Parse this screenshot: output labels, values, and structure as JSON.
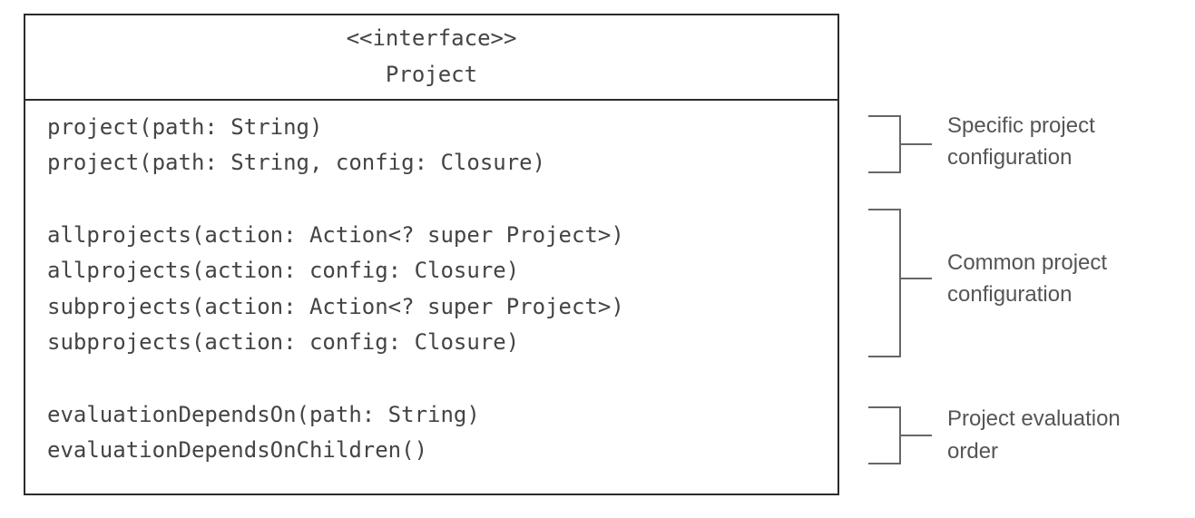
{
  "interface": {
    "stereotype": "<<interface>>",
    "name": "Project"
  },
  "method_groups": [
    {
      "methods": [
        "project(path: String)",
        "project(path: String, config: Closure)"
      ],
      "note": [
        "Specific project",
        "configuration"
      ]
    },
    {
      "methods": [
        "allprojects(action: Action<? super Project>)",
        "allprojects(action: config: Closure)",
        "subprojects(action: Action<? super Project>)",
        "subprojects(action: config: Closure)"
      ],
      "note": [
        "Common project",
        "configuration"
      ]
    },
    {
      "methods": [
        "evaluationDependsOn(path: String)",
        "evaluationDependsOnChildren()"
      ],
      "note": [
        "Project evaluation",
        "order"
      ]
    }
  ],
  "colors": {
    "border": "#2b2b2b",
    "text": "#444444",
    "note_text": "#555555",
    "bracket": "#666666"
  }
}
